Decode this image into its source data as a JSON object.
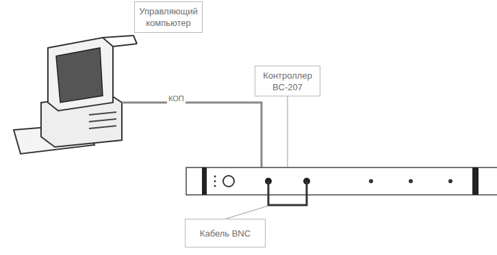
{
  "diagram": {
    "nodes": [
      {
        "text": [
          "Управляющий компьютер"
        ]
      },
      {
        "text": [
          "Контроллер BC-207"
        ]
      },
      {
        "text": [
          "Кабель BNC"
        ]
      }
    ],
    "labels": [
      "КОП"
    ]
  }
}
